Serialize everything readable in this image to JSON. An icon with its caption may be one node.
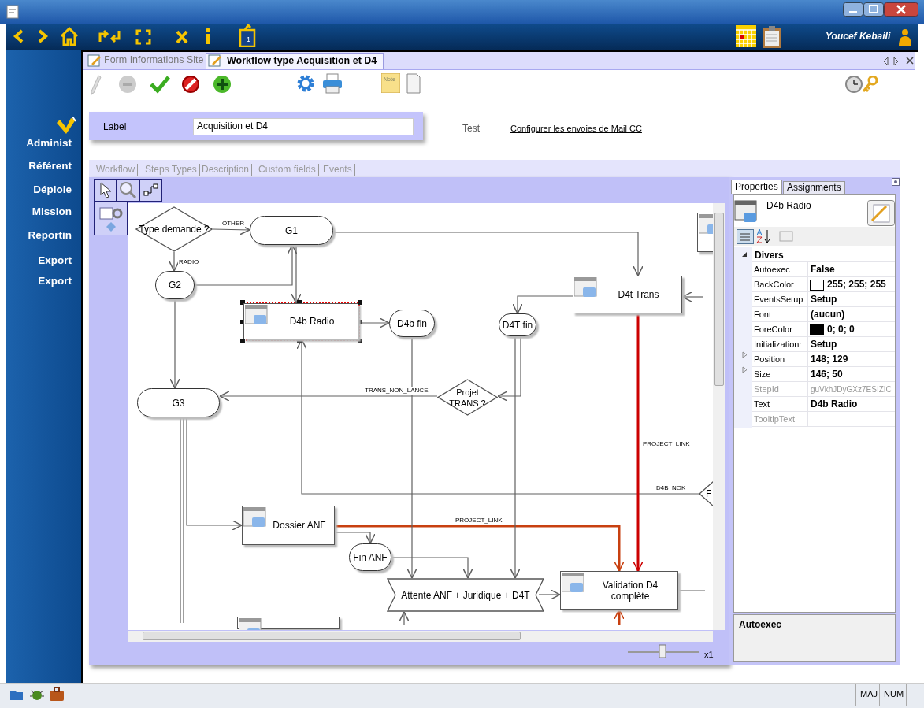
{
  "diagram": {
    "nodes": [
      {
        "text": [
          "Type demande ?"
        ]
      },
      {
        "text": [
          "G1"
        ]
      },
      {
        "text": [
          "G2"
        ]
      },
      {
        "text": [
          "D4b Radio"
        ]
      },
      {
        "text": [
          "D4b fin"
        ]
      },
      {
        "text": [
          "D4T fin"
        ]
      },
      {
        "text": [
          "D4t Trans"
        ]
      },
      {
        "text": [
          "Projet TRANS ?"
        ]
      },
      {
        "text": [
          "G3"
        ]
      },
      {
        "text": [
          "Dossier ANF"
        ]
      },
      {
        "text": [
          "Fin ANF"
        ]
      },
      {
        "text": [
          "Attente ANF + Juridique + D4T"
        ]
      },
      {
        "text": [
          "Validation D4 complète"
        ]
      },
      {
        "text": [
          "F"
        ]
      },
      {
        "text": [],
        "shape": "box"
      },
      {
        "text": [],
        "shape": "box"
      }
    ],
    "edges": [
      {
        "from": 0,
        "to": 1,
        "arrow": "to",
        "label": "OTHER"
      },
      {
        "from": 0,
        "to": 2,
        "arrow": "to",
        "label": "RADIO"
      },
      {
        "from": 2,
        "to": 1,
        "arrow": "to"
      },
      {
        "from": 1,
        "to": 3,
        "arrow": "to"
      },
      {
        "from": 1,
        "to": 6,
        "arrow": "to"
      },
      {
        "from": 2,
        "to": 8,
        "arrow": "to"
      },
      {
        "from": 3,
        "to": 4,
        "arrow": "to"
      },
      {
        "from": 6,
        "to": 5,
        "arrow": "to"
      },
      {
        "from": 5,
        "to": 7,
        "arrow": "to"
      },
      {
        "from": 7,
        "to": 8,
        "arrow": "to",
        "label": "TRANS_NON_LANCE"
      },
      {
        "from": 13,
        "to": 3,
        "arrow": "to",
        "label": "D4B_NOK"
      },
      {
        "from": null,
        "to": 6,
        "arrow": "to"
      },
      {
        "from": 6,
        "to": 12,
        "arrow": "to",
        "label": "PROJECT_LINK",
        "style": "thick",
        "color": "#cc0000"
      },
      {
        "from": 9,
        "to": 12,
        "arrow": "to",
        "label": "PROJECT_LINK",
        "style": "thick",
        "color": "#c84010"
      },
      {
        "from": 8,
        "to": 9,
        "arrow": "to"
      },
      {
        "from": 8,
        "to": null,
        "arrow": "none"
      },
      {
        "from": 8,
        "to": null,
        "arrow": "none"
      },
      {
        "from": 9,
        "to": 10,
        "arrow": "to"
      },
      {
        "from": 10,
        "to": 11,
        "arrow": "to"
      },
      {
        "from": 4,
        "to": 11,
        "arrow": "to"
      },
      {
        "from": 5,
        "to": 11,
        "arrow": "to"
      },
      {
        "from": 11,
        "to": 12,
        "arrow": "to"
      },
      {
        "from": null,
        "to": 11,
        "arrow": "to"
      },
      {
        "from": null,
        "to": 12,
        "arrow": "to",
        "style": "thick",
        "color": "#c84010"
      },
      {
        "from": 12,
        "to": null,
        "arrow": "none"
      }
    ],
    "labels": [
      "1",
      "Youcef Kebaili",
      "Form Informations Site",
      "Workflow type Acquisition et D4",
      "Administ",
      "Référent",
      "Déploie",
      "Mission",
      "Reportin",
      "Export",
      "Export",
      "Note",
      "Label",
      "Acquisition et D4",
      "Test",
      "Configurer les envoies de Mail CC",
      "Workflow",
      "Steps Types",
      "Description",
      "Custom fields",
      "Events",
      "Properties",
      "Assignments",
      "D4b Radio",
      "Divers",
      "Autoexec",
      "False",
      "BackColor",
      "255; 255; 255",
      "EventsSetup",
      "Setup",
      "Font",
      "(aucun)",
      "ForeColor",
      "0; 0; 0",
      "Initialization:",
      "Setup",
      "Position",
      "148; 129",
      "Size",
      "146; 50",
      "StepId",
      "guVkhJDyGXz7ESIZIC",
      "Text",
      "D4b Radio",
      "TooltipText",
      "Autoexec",
      "x1",
      "MAJ",
      "NUM"
    ]
  }
}
